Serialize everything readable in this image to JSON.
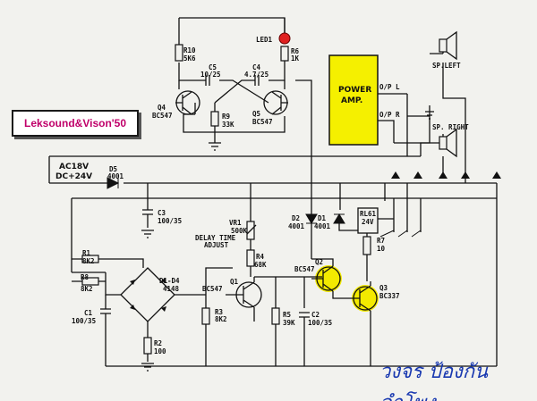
{
  "brand_label": "Leksound&Vison'50",
  "title_thai": "วงจร ป้องกันลำโพง",
  "supply": {
    "line1": "AC18V",
    "line2": "DC+24V"
  },
  "power_amp": {
    "line1": "POWER",
    "line2": "AMP.",
    "out_l": "O/P L",
    "out_r": "O/P R"
  },
  "speakers": {
    "left": "SP.LEFT",
    "right": "SP. RIGHT"
  },
  "components": {
    "r10": "R10",
    "r10v": "5K6",
    "c5": "C5",
    "c5v": "10/25",
    "c4": "C4",
    "c4v": "4.7/25",
    "led1": "LED1",
    "r6": "R6",
    "r6v": "1K",
    "q4": "Q4",
    "q4v": "BC547",
    "q5": "Q5",
    "q5v": "BC547",
    "r9": "R9",
    "r9v": "33K",
    "d5": "D5",
    "d5v": "4001",
    "c3": "C3",
    "c3v": "100/35",
    "vr1": "VR1",
    "vr1v": "500K",
    "vr1n1": "DELAY TIME",
    "vr1n2": "ADJUST",
    "d2": "D2",
    "d2v": "4001",
    "d1": "D1",
    "d1v": "4001",
    "rl1": "RL61",
    "rl1v": "24V",
    "r7": "R7",
    "r7v": "10",
    "r4": "R4",
    "r4v": "68K",
    "r1": "R1",
    "r1v": "8K2",
    "r8": "R8",
    "r8v": "8K2",
    "dd": "D1-D4",
    "ddv": "4148",
    "q1": "Q1",
    "q1v": "BC547",
    "q2": "Q2",
    "q2v": "BC547",
    "q3": "Q3",
    "q3v": "BC337",
    "c1": "C1",
    "c1v": "100/35",
    "r3": "R3",
    "r3v": "8K2",
    "r5": "R5",
    "r5v": "39K",
    "c2": "C2",
    "c2v": "100/35",
    "r2": "R2",
    "r2v": "100"
  },
  "colors": {
    "amp_fill": "#f5f000",
    "highlight": "#f3ea00",
    "led": "#e02020",
    "brand_text": "#c0006a",
    "thai_text": "#1838b0"
  }
}
